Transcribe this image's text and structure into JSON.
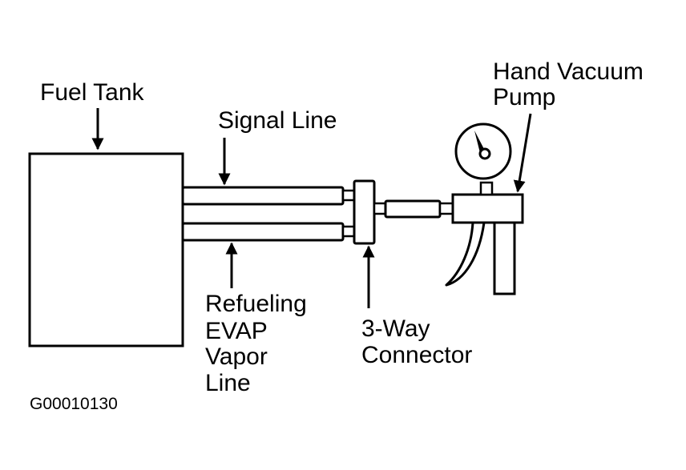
{
  "diagram": {
    "labels": {
      "fuel_tank": "Fuel Tank",
      "signal_line": "Signal Line",
      "hand_vacuum_pump_1": "Hand Vacuum",
      "hand_vacuum_pump_2": "Pump",
      "refueling_1": "Refueling",
      "refueling_2": "EVAP",
      "refueling_3": "Vapor",
      "refueling_4": "Line",
      "connector_1": "3-Way",
      "connector_2": "Connector"
    },
    "figure_code": "G00010130",
    "colors": {
      "ink": "#000000",
      "background": "#ffffff"
    }
  }
}
